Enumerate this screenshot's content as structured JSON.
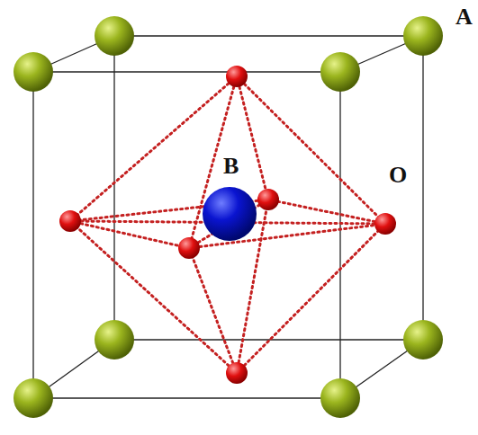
{
  "diagram": {
    "labels": [
      "A",
      "B",
      "O"
    ]
  }
}
